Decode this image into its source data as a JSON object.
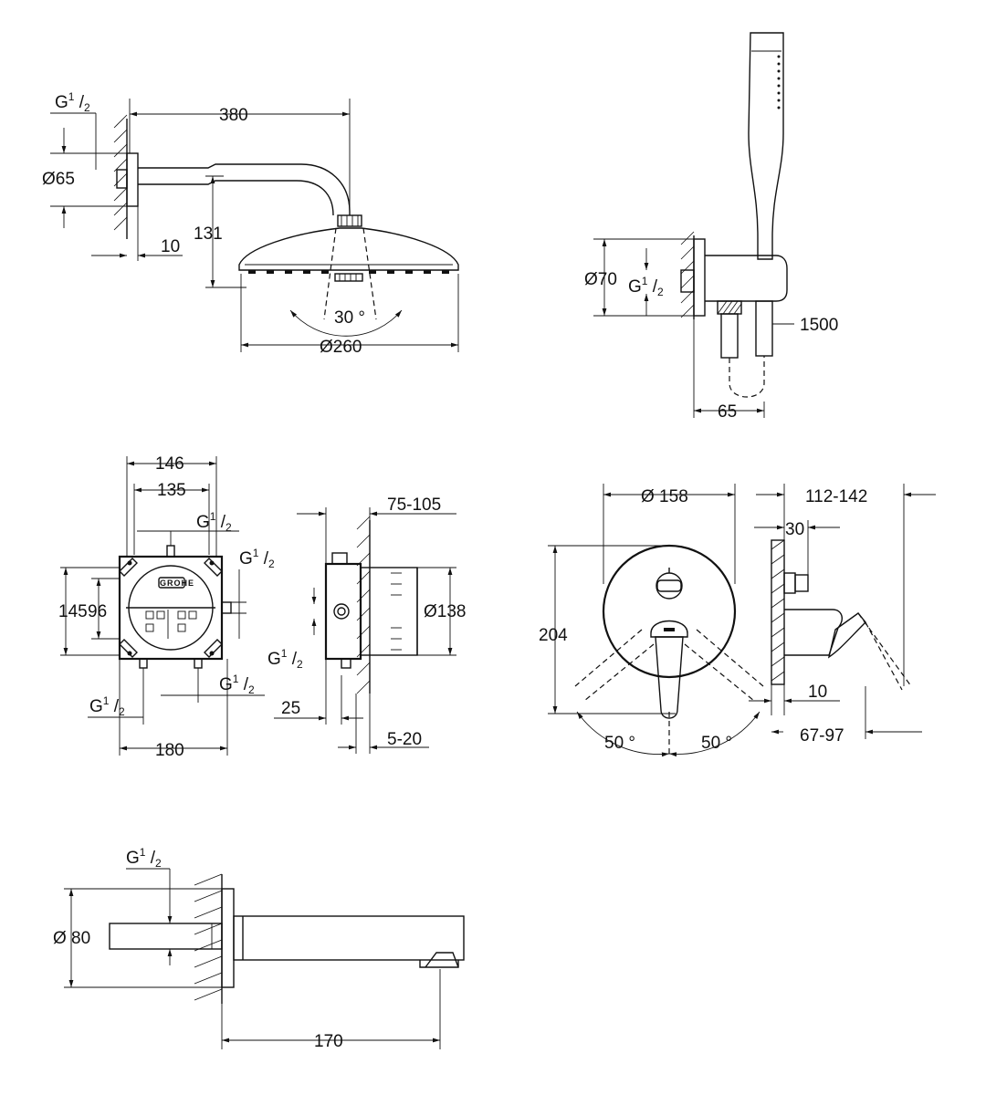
{
  "colors": {
    "line": "#111111",
    "background": "#ffffff"
  },
  "shower_head": {
    "inlet_thread": {
      "g": "G",
      "num": "1",
      "den": "2"
    },
    "arm_length": "380",
    "flange_diameter": "Ø65",
    "flange_depth": "10",
    "height": "131",
    "spray_angle": "30 °",
    "head_diameter": "Ø260"
  },
  "hand_shower": {
    "elbow_diameter": "Ø70",
    "thread": {
      "g": "G",
      "num": "1",
      "den": "2"
    },
    "hose_length": "1500",
    "projection": "65"
  },
  "box": {
    "outer_width": "146",
    "inner_width": "135",
    "height_outer": "145",
    "height_inner": "96",
    "base_width": "180",
    "logo": "GROHE",
    "top_thread": {
      "g": "G",
      "num": "1",
      "den": "2"
    },
    "side_thread": {
      "g": "G",
      "num": "1",
      "den": "2"
    },
    "bottom_left_thread": {
      "g": "G",
      "num": "1",
      "den": "2"
    },
    "bottom_right_thread": {
      "g": "G",
      "num": "1",
      "den": "2"
    }
  },
  "box_side": {
    "depth_range": "75-105",
    "diameter": "Ø138",
    "thread": {
      "g": "G",
      "num": "1",
      "den": "2"
    },
    "offset": "25",
    "wall_range": "5-20"
  },
  "trim": {
    "plate_diameter": "Ø 158",
    "height": "204",
    "angle_left": "50 °",
    "angle_right": "50 °",
    "depth_range": "112-142",
    "plate_depth": "30",
    "wall_gap": "10",
    "lever_range": "67-97"
  },
  "spout": {
    "thread": {
      "g": "G",
      "num": "1",
      "den": "2"
    },
    "diameter": "Ø 80",
    "length": "170"
  }
}
